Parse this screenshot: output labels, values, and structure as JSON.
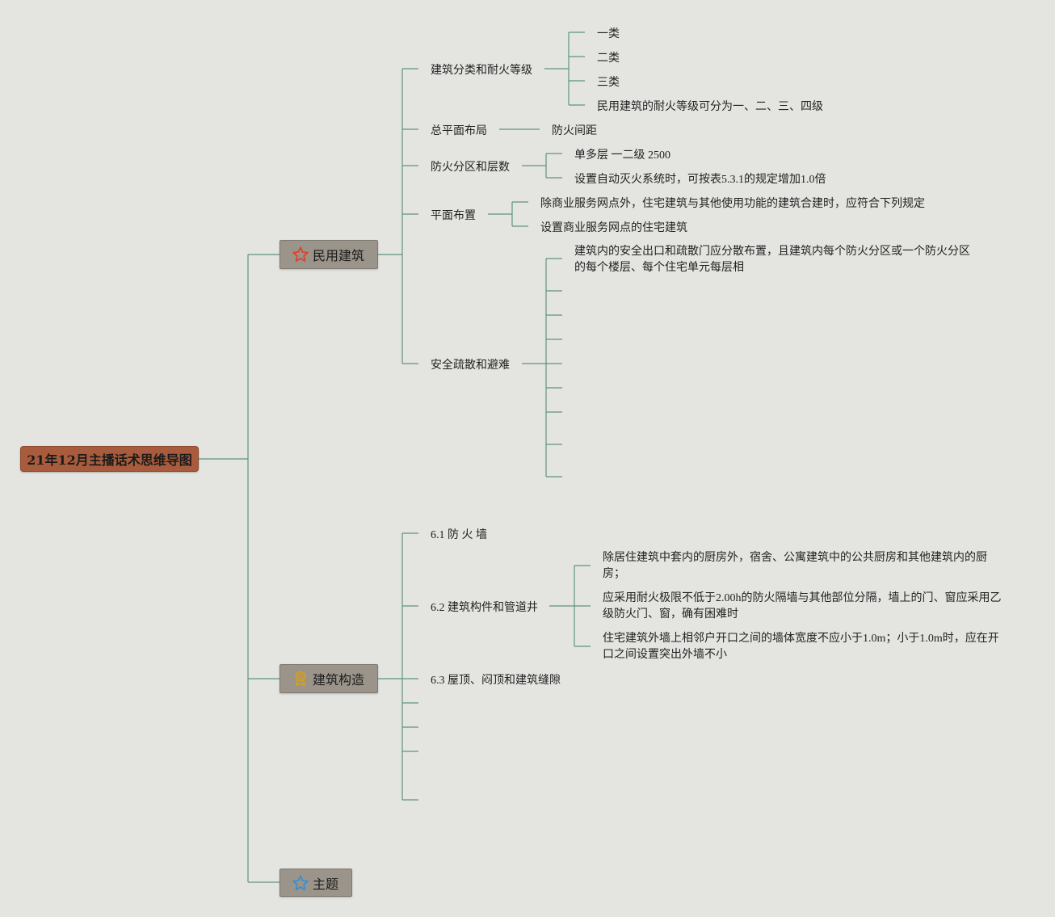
{
  "root": {
    "title": "21年12月主播话术思维导图"
  },
  "branches": {
    "civil": {
      "label": "民用建筑",
      "icon": "star-outline-red-icon",
      "children": {
        "classification": {
          "label": "建筑分类和耐火等级",
          "items": [
            "一类",
            "二类",
            "三类",
            "民用建筑的耐火等级可分为一、二、三、四级"
          ]
        },
        "layout": {
          "label": "总平面布局",
          "items": [
            "防火间距"
          ]
        },
        "partition": {
          "label": "防火分区和层数",
          "items": [
            "单多层 一二级 2500",
            "设置自动灭火系统时，可按表5.3.1的规定增加1.0倍"
          ]
        },
        "plan": {
          "label": "平面布置",
          "items": [
            "除商业服务网点外，住宅建筑与其他使用功能的建筑合建时，应符合下列规定",
            "设置商业服务网点的住宅建筑"
          ]
        },
        "evacuation": {
          "label": "安全疏散和避难",
          "items": [
            "建筑内的安全出口和疏散门应分散布置，且建筑内每个防火分区或一个防火分区的每个楼层、每个住宅单元每层相"
          ]
        }
      }
    },
    "construction": {
      "label": "建筑构造",
      "icon": "award-medal-icon",
      "children": {
        "firewall": {
          "label": "6.1 防 火 墙"
        },
        "components": {
          "label": "6.2 建筑构件和管道井",
          "items": [
            "除居住建筑中套内的厨房外，宿舍、公寓建筑中的公共厨房和其他建筑内的厨房；",
            "应采用耐火极限不低于2.00h的防火隔墙与其他部位分隔，墙上的门、窗应采用乙级防火门、窗，确有困难时",
            "住宅建筑外墙上相邻户开口之间的墙体宽度不应小于1.0m；小于1.0m时，应在开口之间设置突出外墙不小"
          ]
        },
        "roof": {
          "label": "6.3 屋顶、闷顶和建筑缝隙"
        }
      }
    },
    "topic": {
      "label": "主题",
      "icon": "star-outline-blue-icon"
    }
  },
  "colors": {
    "background": "#e4e5e1",
    "root_fill": "#a85c3d",
    "main_fill": "#9a948a",
    "line": "#5e9480",
    "star_red": "#d9452c",
    "medal_gold": "#d4a020",
    "star_blue": "#3a8fd0"
  }
}
